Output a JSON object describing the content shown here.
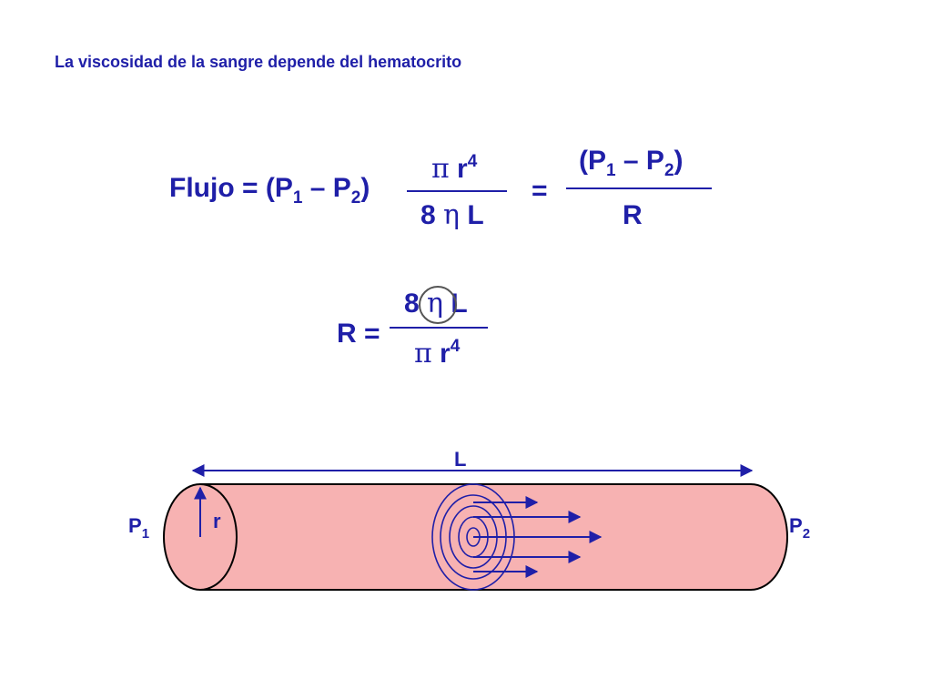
{
  "title": "La viscosidad de la sangre depende del hematocrito",
  "equation1": {
    "lhs": "Flujo = (P",
    "sub1": "1",
    "minus": " – P",
    "sub2": "2",
    "close": ")",
    "num_pi": "π",
    "num_r": " r",
    "num_exp": "4",
    "den_8": "8 ",
    "den_eta": "η",
    "den_L": " L",
    "equals": "=",
    "rhs_num_open": "(P",
    "rhs_sub1": "1",
    "rhs_minus": " – P",
    "rhs_sub2": "2",
    "rhs_close": ")",
    "rhs_den": "R"
  },
  "equation2": {
    "lhs": "R =",
    "num_8": "8 ",
    "num_eta": "η",
    "num_L": " L",
    "den_pi": "π",
    "den_r": " r",
    "den_exp": "4"
  },
  "diagram": {
    "length_label": "L",
    "radius_label": "r",
    "p1_label": "P",
    "p1_sub": "1",
    "p2_label": "P",
    "p2_sub": "2",
    "tube_color": "#f7b2b2",
    "ink_color": "#1f1fa8"
  }
}
